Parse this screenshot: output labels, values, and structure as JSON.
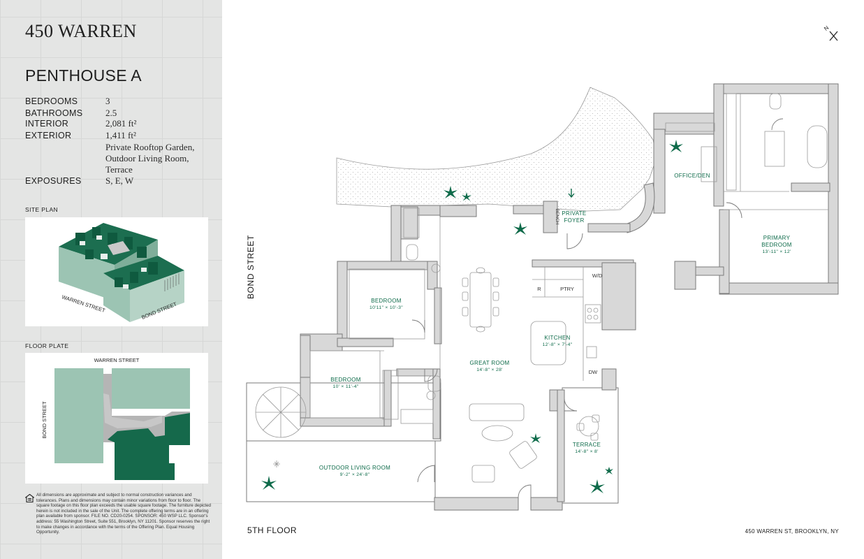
{
  "brand": "450 WARREN",
  "unit": "PENTHOUSE A",
  "specs": [
    {
      "label": "BEDROOMS",
      "value": "3"
    },
    {
      "label": "BATHROOMS",
      "value": "2.5"
    },
    {
      "label": "INTERIOR",
      "value": "2,081 ft²"
    },
    {
      "label": "EXTERIOR",
      "value": "1,411 ft²"
    },
    {
      "label": "",
      "value": "Private Rooftop Garden,"
    },
    {
      "label": "",
      "value": "Outdoor Living Room,"
    },
    {
      "label": "",
      "value": "Terrace"
    },
    {
      "label": "EXPOSURES",
      "value": "S, E, W"
    }
  ],
  "site_plan": {
    "label": "SITE PLAN",
    "warren": "WARREN STREET",
    "bond": "BOND STREET"
  },
  "floor_plate": {
    "label": "FLOOR PLATE",
    "warren": "WARREN STREET",
    "bond": "BOND STREET"
  },
  "disclaimer": "All dimensions are approximate and subject to normal construction variances and tolerances. Plans and dimensions may contain minor variations from floor to floor. The square footage on this floor plan exceeds the usable square footage. The furniture depicted herein is not included in the sale of the Unit. The complete offering terms are in an offering plan available from sponsor. FILE NO. CD20-0254. SPONSOR: 450 WSP LLC. Sponsor's address: 55 Washington Street, Suite 551, Brooklyn, NY 11201. Sponsor reserves the right to make changes in accordance with the terms of the Offering Plan. Equal Housing Opportunity.",
  "plan": {
    "street": "BOND STREET",
    "floor": "5TH FLOOR",
    "address": "450 WARREN ST, BROOKLYN, NY",
    "compass": "N",
    "rooms": {
      "office_name": "OFFICE/DEN",
      "primary_name_1": "PRIMARY",
      "primary_name_2": "BEDROOM",
      "primary_dim": "13'-11\" × 12'",
      "private_1": "PRIVATE",
      "private_2": "FOYER",
      "bench": "BENCH",
      "bedroom1_name": "BEDROOM",
      "bedroom1_dim": "10'11\" × 10'-3\"",
      "bedroom2_name": "BEDROOM",
      "bedroom2_dim": "10' × 11'-4\"",
      "great_name": "GREAT ROOM",
      "great_dim": "14'-8\" × 28'",
      "kitchen_name": "KITCHEN",
      "kitchen_dim": "12'-8\" × 7'-4\"",
      "wd": "W/D",
      "r": "R",
      "ptry": "PTRY",
      "dw": "DW",
      "terrace_name": "TERRACE",
      "terrace_dim": "14'-8\" × 8'",
      "outdoor_name": "OUTDOOR LIVING ROOM",
      "outdoor_dim": "9'-2\" × 24'-8\""
    }
  },
  "colors": {
    "accent": "#0e6b4a",
    "wall": "#d8d8d8",
    "sidebar_bg": "#e4e5e4",
    "plate_light": "#9cc4b3",
    "plate_dark": "#15694b",
    "unit_gray": "#b5b5b5"
  }
}
